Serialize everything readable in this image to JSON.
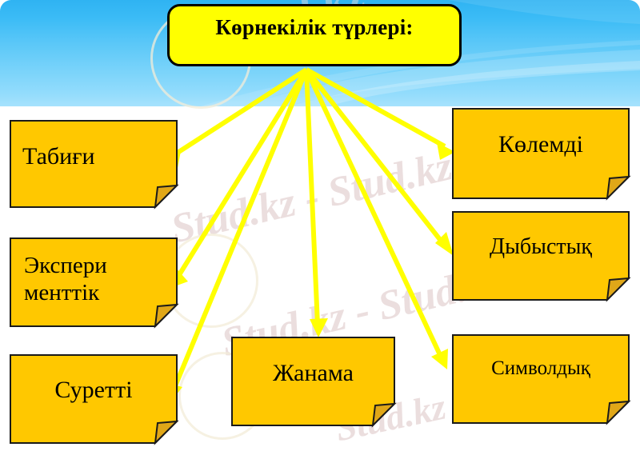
{
  "slide": {
    "title": "Көрнекілік түрлері:",
    "watermark_text": "Stud.kz - Stud.kz",
    "colors": {
      "title_fill": "#ffff00",
      "note_fill": "#ffc800",
      "note_fold": "#e0a718",
      "note_border": "#1a1a1a",
      "arrow": "#ffff00",
      "banner_top": "#2fb3f2",
      "banner_bottom": "#a6e2fd",
      "text": "#000000"
    }
  },
  "notes": [
    {
      "id": "tabigi",
      "label": "Табиғи",
      "column": "left"
    },
    {
      "id": "eksperimenttik",
      "label": "Экспери\nменттік",
      "column": "left"
    },
    {
      "id": "suretti",
      "label": "Суретті",
      "column": "left"
    },
    {
      "id": "zhanama",
      "label": "Жанама",
      "column": "center"
    },
    {
      "id": "kolemdi",
      "label": "Көлемді",
      "column": "right"
    },
    {
      "id": "dybystyk",
      "label": "Дыбыстық",
      "column": "right"
    },
    {
      "id": "simvoldyk",
      "label": "Символдық",
      "column": "right"
    }
  ],
  "arrows": {
    "origin_label": "Көрнекілік түрлері:",
    "count": 7,
    "targets": [
      "Табиғи",
      "Экспери менттік",
      "Суретті",
      "Жанама",
      "Көлемді",
      "Дыбыстық",
      "Символдық"
    ]
  }
}
